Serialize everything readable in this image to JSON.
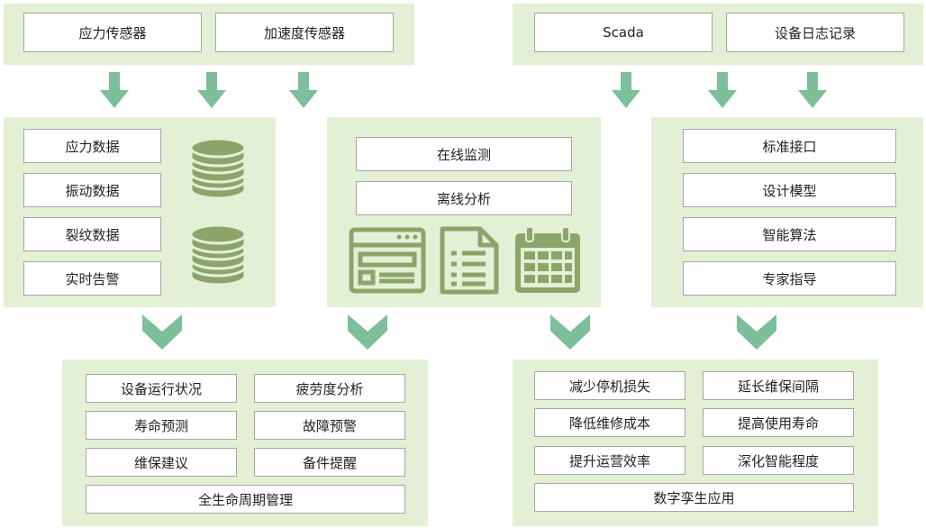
{
  "sources_left": {
    "items": [
      "应力传感器",
      "加速度传感器"
    ]
  },
  "sources_right": {
    "items": [
      "Scada",
      "设备日志记录"
    ]
  },
  "data_panel": {
    "items": [
      "应力数据",
      "振动数据",
      "裂纹数据",
      "实时告警"
    ],
    "icon": "database-icon"
  },
  "monitor_panel": {
    "items": [
      "在线监测",
      "离线分析"
    ],
    "icons": [
      "browser-window-icon",
      "document-list-icon",
      "calendar-icon"
    ]
  },
  "model_panel": {
    "items": [
      "标准接口",
      "设计模型",
      "智能算法",
      "专家指导"
    ]
  },
  "outcome_left": {
    "grid": [
      "设备运行状况",
      "疲劳度分析",
      "寿命预测",
      "故障预警",
      "维保建议",
      "备件提醒"
    ],
    "footer": "全生命周期管理"
  },
  "outcome_right": {
    "grid": [
      "减少停机损失",
      "延长维保间隔",
      "降低维修成本",
      "提高使用寿命",
      "提升运营效率",
      "深化智能程度"
    ],
    "footer": "数字孪生应用"
  },
  "colors": {
    "panel": "#e3f0d5",
    "arrow": "#7cbf9a",
    "icon": "#8ca46a",
    "box_border": "#a6a6a6"
  }
}
